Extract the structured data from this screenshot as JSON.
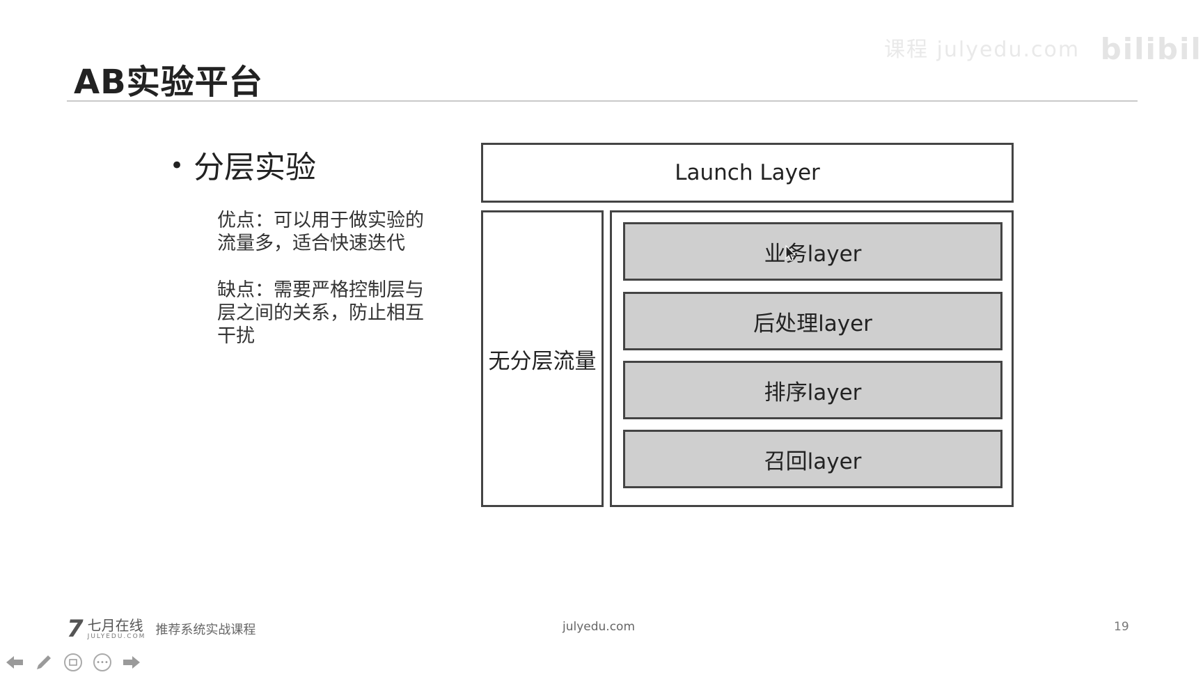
{
  "watermark": {
    "text": "课程 julyedu.com",
    "brand": "bilibili"
  },
  "slide": {
    "title": "AB实验平台",
    "bullet": "分层实验",
    "pros": "优点：可以用于做实验的流量多，适合快速迭代",
    "cons": "缺点：需要严格控制层与层之间的关系，防止相互干扰"
  },
  "diagram": {
    "launch_layer": "Launch Layer",
    "no_layer_traffic": "无分层流量",
    "layers": [
      "业务layer",
      "后处理layer",
      "排序layer",
      "召回layer"
    ]
  },
  "footer": {
    "logo_mark": "7",
    "logo_cn": "七月在线",
    "logo_en": "JULYEDU.COM",
    "course": "推荐系统实战课程",
    "site": "julyedu.com",
    "page": "19"
  },
  "toolbar": {
    "icons": [
      "arrow-left-icon",
      "pen-icon",
      "slides-icon",
      "more-icon",
      "arrow-right-icon"
    ]
  }
}
